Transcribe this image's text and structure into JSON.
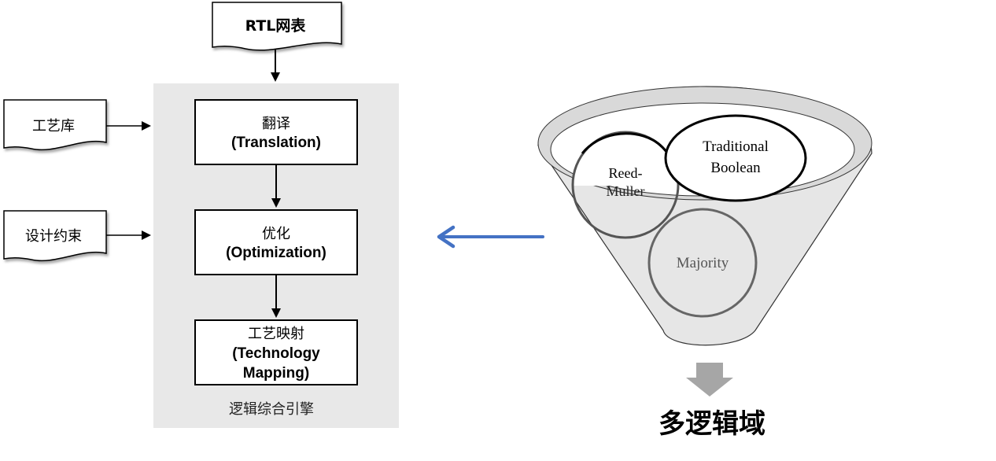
{
  "left_flow": {
    "inputs": {
      "rtl_netlist": "RTL网表",
      "tech_library": "工艺库",
      "design_constraints": "设计约束"
    },
    "engine": {
      "label": "逻辑综合引擎",
      "steps": [
        {
          "cn": "翻译",
          "en": "(Translation)"
        },
        {
          "cn": "优化",
          "en": "(Optimization)"
        },
        {
          "cn": "工艺映射",
          "en_line1": "(Technology",
          "en_line2": "Mapping)"
        }
      ]
    }
  },
  "connector": {
    "arrow_color": "#4472c4",
    "direction": "left"
  },
  "funnel": {
    "domains": {
      "reed_muller_line1": "Reed-",
      "reed_muller_line2": "Muller",
      "traditional_boolean_line1": "Traditional",
      "traditional_boolean_line2": "Boolean",
      "majority": "Majority"
    },
    "output_label": "多逻辑域",
    "output_arrow_color": "#a6a6a6"
  }
}
